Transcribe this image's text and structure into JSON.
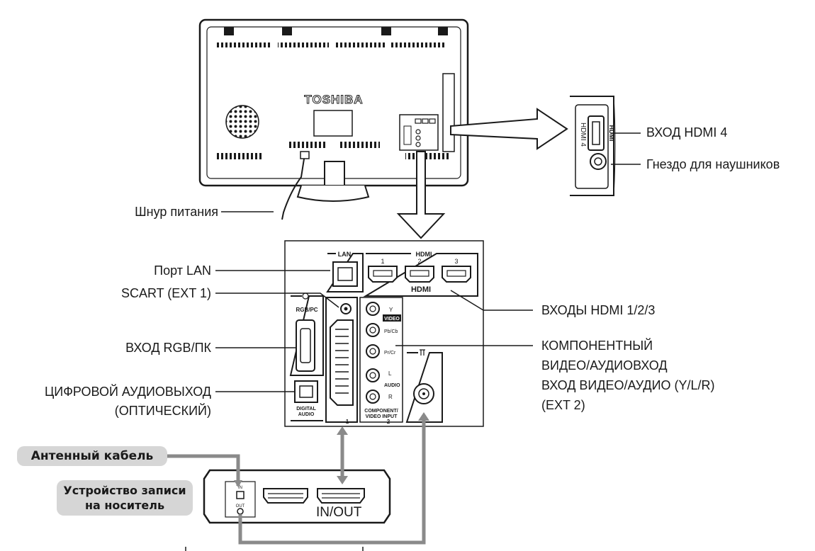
{
  "tv": {
    "brand": "TOSHIBA"
  },
  "labels": {
    "hdmi4": "ВХОД HDMI 4",
    "headphones": "Гнездо для наушников",
    "power_cord": "Шнур питания",
    "lan_port": "Порт LAN",
    "scart": "SCART (EXT 1)",
    "rgb_pc": "ВХОД RGB/ПК",
    "digital_audio_line1": "ЦИФРОВОЙ АУДИОВЫХОД",
    "digital_audio_line2": "(ОПТИЧЕСКИЙ)",
    "hdmi_123": "ВХОДЫ HDMI 1/2/3",
    "component_line1": "КОМПОНЕНТНЫЙ",
    "component_line2": "ВИДЕО/АУДИОВХОД",
    "component_line3": "ВХОД ВИДЕО/АУДИО (Y/L/R)",
    "component_line4": "(EXT 2)",
    "antenna_cable": "Антенный кабель",
    "recorder_line1": "Устройство записи",
    "recorder_line2": "на носитель",
    "in_out": "IN/OUT"
  },
  "panel": {
    "lan": "LAN",
    "hdmi_header": "HDMI",
    "hdmi_numbers": [
      "1",
      "2",
      "3"
    ],
    "hdmi_logo": "HDMI",
    "rgb_pc": "RGB/PC",
    "digital_audio_1": "DIGITAL",
    "digital_audio_2": "AUDIO",
    "y": "Y",
    "video": "VIDEO",
    "pb_cb": "Pb/Cb",
    "pr_cr": "Pr/Cr",
    "audio_l": "L",
    "audio": "AUDIO",
    "audio_r": "R",
    "component_1": "COMPONENT/",
    "component_2": "VIDEO INPUT",
    "ext1": "1",
    "ext2": "2",
    "side_hdmi4": "HDMI 4",
    "side_hdmi_logo": "HDMI",
    "recorder_in": "IN",
    "recorder_out": "OUT"
  },
  "colors": {
    "cable": "#8a8a8a",
    "label_bg": "#d6d6d6",
    "line": "#1a1a1a"
  }
}
